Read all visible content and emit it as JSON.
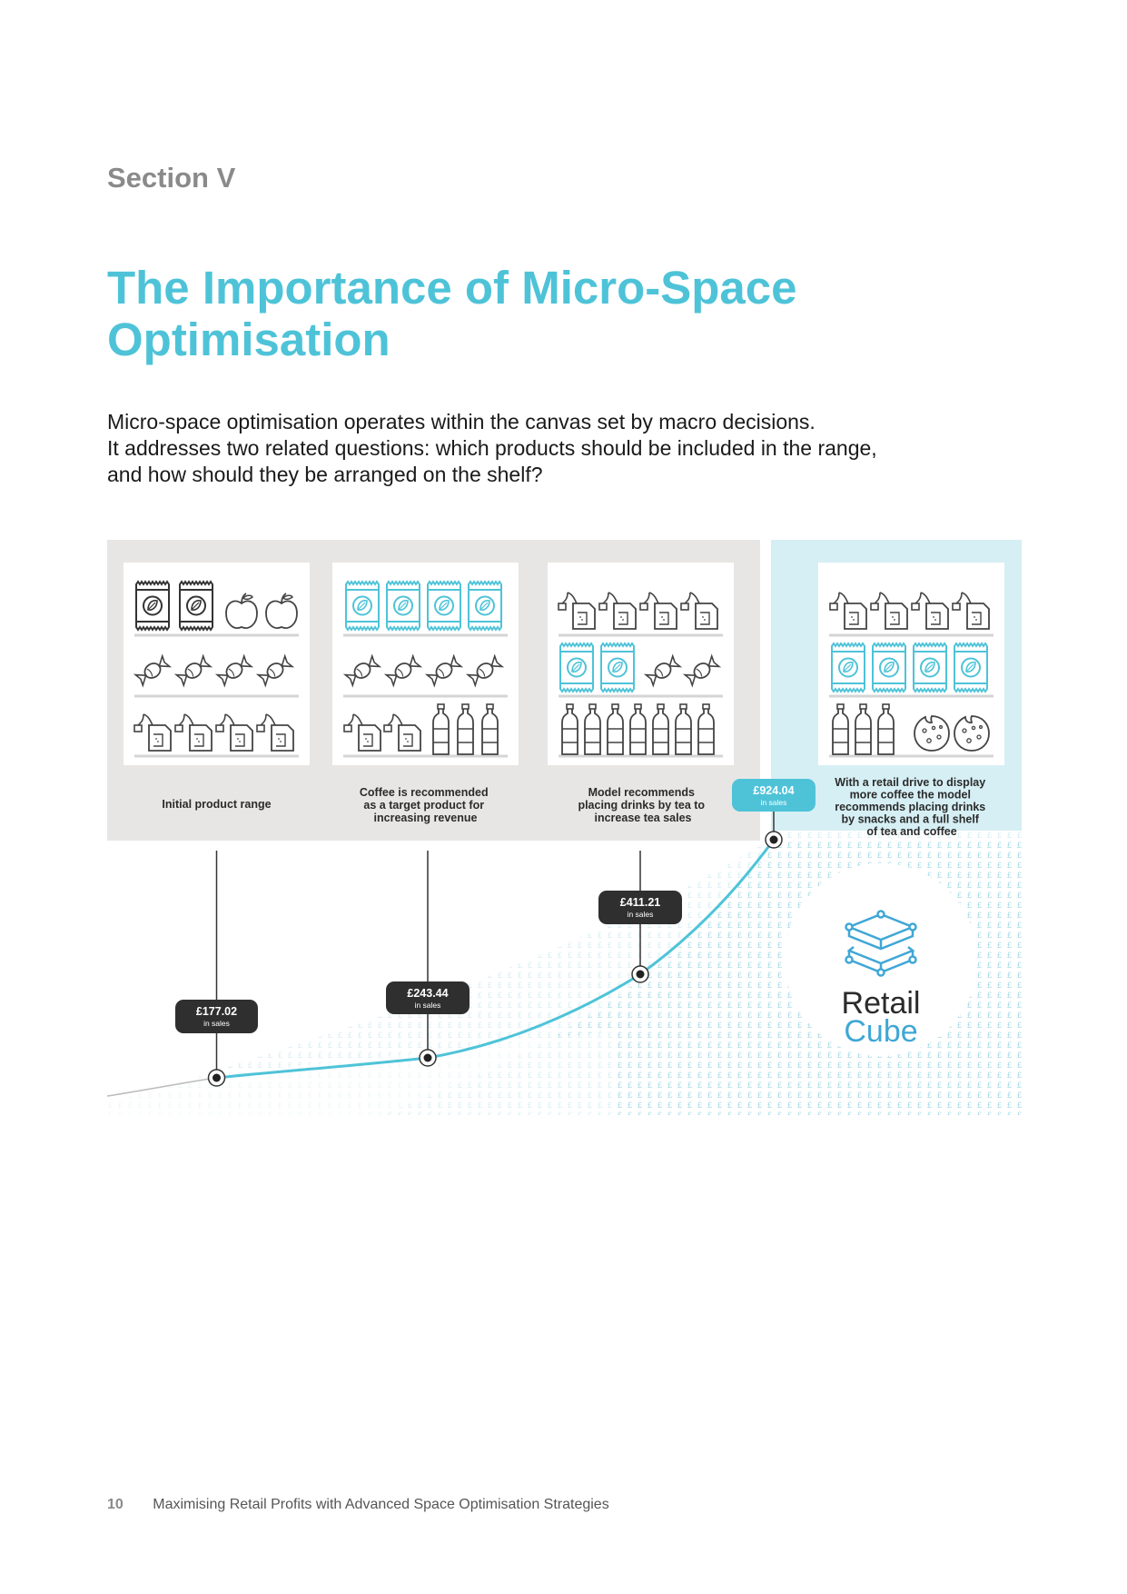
{
  "section": "Section V",
  "title_line1": "The Importance of Micro-Space",
  "title_line2": "Optimisation",
  "intro": {
    "line1": "Micro-space optimisation operates within the canvas set by macro decisions.",
    "line2": "It addresses two related questions: which products should be included in the range,",
    "line3": "and how should they be arranged on the shelf?"
  },
  "infographic": {
    "stages": [
      {
        "caption": [
          "Initial product range"
        ],
        "sales": "£177.02",
        "sales_sub": "in sales"
      },
      {
        "caption": [
          "Coffee is recommended",
          "as a target product for",
          "increasing revenue"
        ],
        "sales": "£243.44",
        "sales_sub": "in sales"
      },
      {
        "caption": [
          "Model recommends",
          "placing drinks by tea to",
          "increase tea sales"
        ],
        "sales": "£411.21",
        "sales_sub": "in sales"
      },
      {
        "caption": [
          "With a retail drive to display",
          "more coffee the model",
          "recommends placing drinks",
          "by snacks and a full shelf",
          "of tea and coffee"
        ],
        "sales": "£924.04",
        "sales_sub": "in sales"
      }
    ],
    "brand_line1": "Retail",
    "brand_line2": "Cube",
    "colors": {
      "accent": "#4ec3d8",
      "panel_grey": "#e8e6e4",
      "panel_blue": "#d6eff4",
      "label_dark": "#2f2f2f"
    },
    "icons": [
      "coffee-pack-icon",
      "apple-icon",
      "candy-icon",
      "tea-bag-icon",
      "bottle-icon",
      "cookie-icon",
      "cube-logo-icon"
    ]
  },
  "footer": {
    "page_number": "10",
    "text": "Maximising Retail Profits with Advanced Space Optimisation Strategies"
  }
}
